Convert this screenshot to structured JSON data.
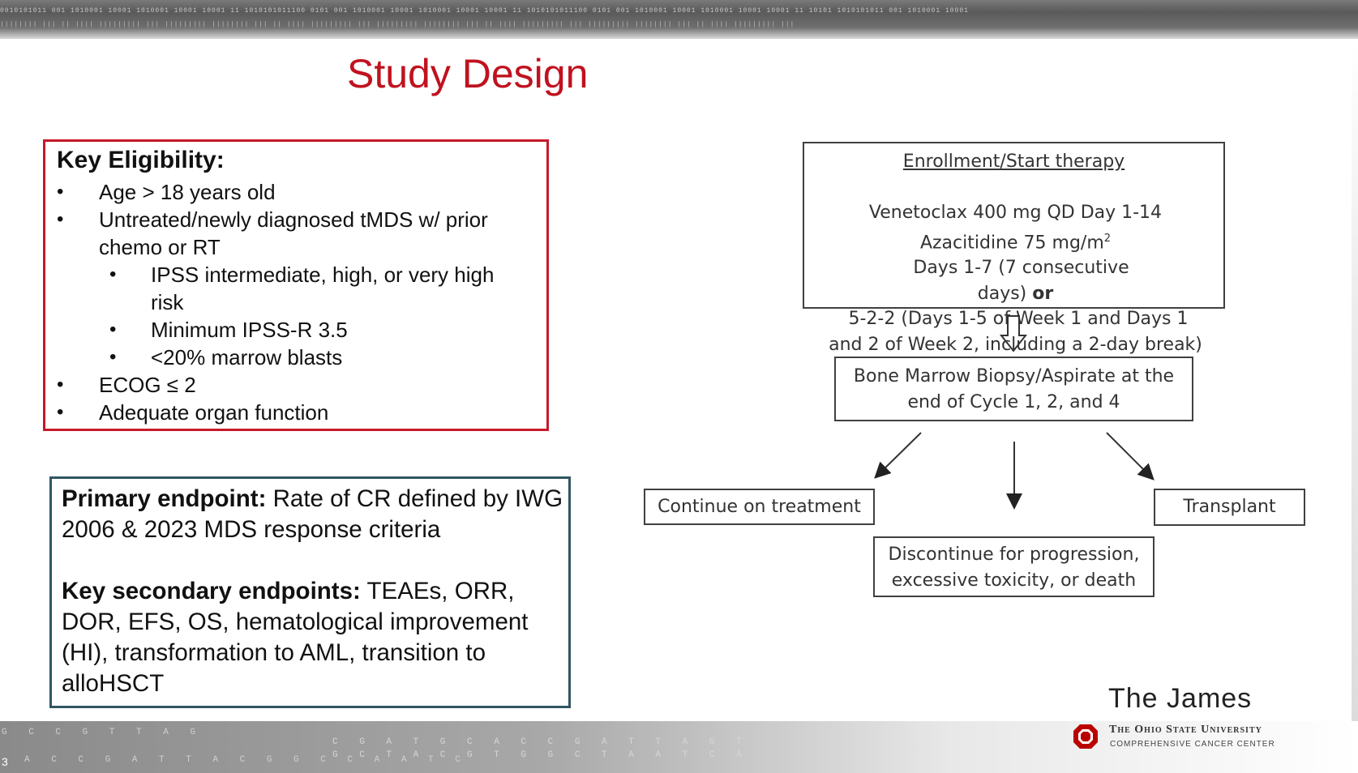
{
  "banner": {
    "binary_row_1": "0010101011 001 1010001 10001 1010001 10001 10001 11 1010101011100 0101 001 1010001 10001 1010001 10001 10001 11 1010101011100 0101 001 1010001 10001 1010001 10001 10001 11 10101 1010101011 001 1010001 10001",
    "binary_row_2": "|||||||| ||| || |||| ||||||||| ||| ||||||||| |||||||| ||| || |||| ||||||||| ||| ||||||||| |||||||| ||| || |||| ||||||||| ||| ||||||||| |||||||| ||| || |||| ||||||||| |||"
  },
  "title": "Study Design",
  "eligibility": {
    "heading": "Key Eligibility:",
    "items": [
      {
        "bullet": "•",
        "text": "Age > 18 years old"
      },
      {
        "bullet": "•",
        "line1": "Untreated/newly diagnosed tMDS w/ prior",
        "line2": "chemo or RT"
      },
      {
        "bullet": "•",
        "line1": "IPSS intermediate, high, or very high",
        "line2": "risk"
      },
      {
        "bullet": "•",
        "text": "Minimum IPSS-R 3.5"
      },
      {
        "bullet": "•",
        "text": "<20% marrow blasts"
      },
      {
        "bullet": "•",
        "text": "ECOG ≤ 2"
      },
      {
        "bullet": "•",
        "text": "Adequate organ function"
      }
    ]
  },
  "endpoints": {
    "primary_label": "Primary endpoint:",
    "primary_text": " Rate of CR defined by IWG 2006 & 2023 MDS response criteria",
    "secondary_label": "Key secondary endpoints:",
    "secondary_text": " TEAEs, ORR, DOR, EFS, OS, hematological improvement (HI), transformation to AML, transition to alloHSCT"
  },
  "flow": {
    "enroll_heading": "Enrollment/Start therapy",
    "enroll_line1": "Venetoclax 400 mg QD Day 1-14",
    "enroll_line2_a": "Azacitidine 75 mg/m",
    "enroll_line2_sup": "2",
    "enroll_line2_b": "  Days 1-7 (7 consecutive",
    "enroll_line3_a": "days) ",
    "enroll_line3_or": "or",
    "enroll_line3_b": " 5-2-2 (Days 1-5 of Week 1 and Days 1",
    "enroll_line4": "and 2 of Week 2, including a 2-day break)",
    "marrow_line1": "Bone Marrow Biopsy/Aspirate at the",
    "marrow_line2": "end of Cycle 1, 2, and 4",
    "continue": "Continue on treatment",
    "transplant": "Transplant",
    "discontinue_line1": "Discontinue for progression,",
    "discontinue_line2": "excessive toxicity, or death"
  },
  "logo": {
    "the_james": "The James",
    "university": "The Ohio State University",
    "center": "COMPREHENSIVE CANCER CENTER"
  },
  "footer": {
    "dna_row_1": "G C C G T T A G",
    "dna_row_2": "A C C G A T T A C G G C C A A T C",
    "dna_row_3": "C G A T G C A C C G A T T A G T",
    "dna_row_4": "G C T A C G T G G C T A A T C A",
    "slide_number": "3"
  },
  "colors": {
    "title_red": "#c0121f",
    "eligibility_border": "#c51a2a",
    "endpoints_border": "#2f5660"
  }
}
